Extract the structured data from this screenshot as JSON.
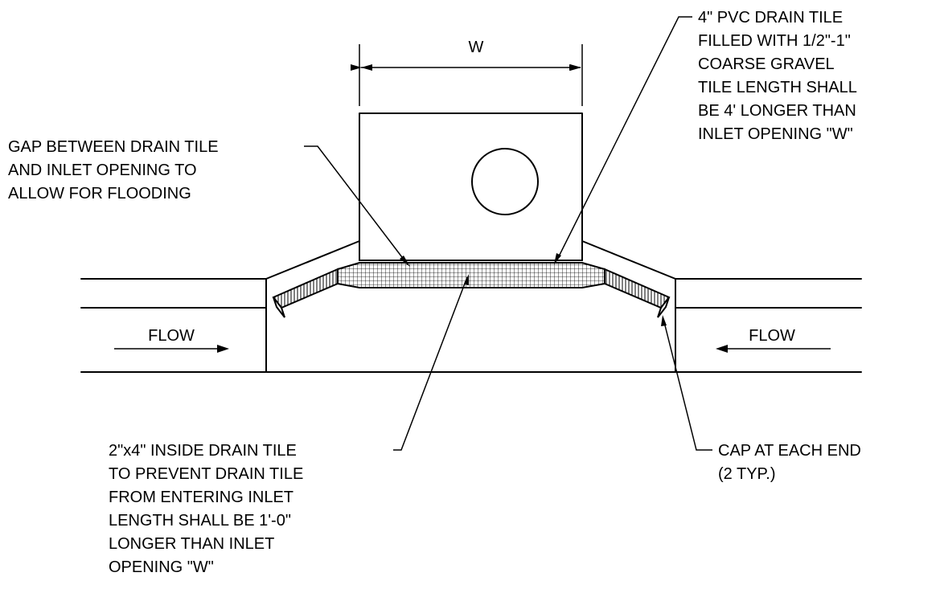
{
  "dimension": {
    "label": "W"
  },
  "flow": {
    "left_label": "FLOW",
    "right_label": "FLOW"
  },
  "notes": {
    "pvc_drain_tile": [
      "4\" PVC DRAIN TILE",
      "FILLED WITH 1/2\"-1\"",
      "COARSE GRAVEL",
      "TILE LENGTH SHALL",
      "BE 4' LONGER THAN",
      "INLET OPENING \"W\""
    ],
    "gap": [
      "GAP BETWEEN DRAIN TILE",
      "AND INLET OPENING TO",
      "ALLOW FOR FLOODING"
    ],
    "two_by_four": [
      "2\"x4\" INSIDE DRAIN TILE",
      "TO PREVENT DRAIN TILE",
      "FROM ENTERING INLET",
      "LENGTH SHALL BE 1'-0\"",
      "LONGER THAN INLET",
      "OPENING \"W\""
    ],
    "cap": [
      "CAP AT EACH END",
      "(2 TYP.)"
    ]
  }
}
